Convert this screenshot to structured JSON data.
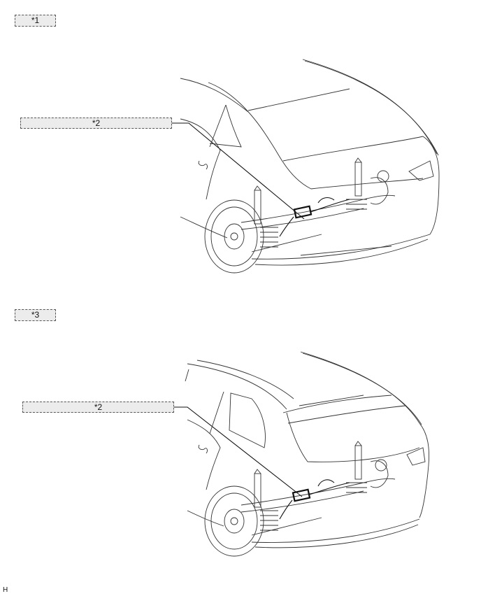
{
  "figure_1": {
    "view_label": "*1",
    "callouts": [
      {
        "label": "*2"
      }
    ]
  },
  "figure_2": {
    "view_label": "*3",
    "callouts": [
      {
        "label": "*2"
      }
    ]
  },
  "footer": {
    "code": "H"
  }
}
